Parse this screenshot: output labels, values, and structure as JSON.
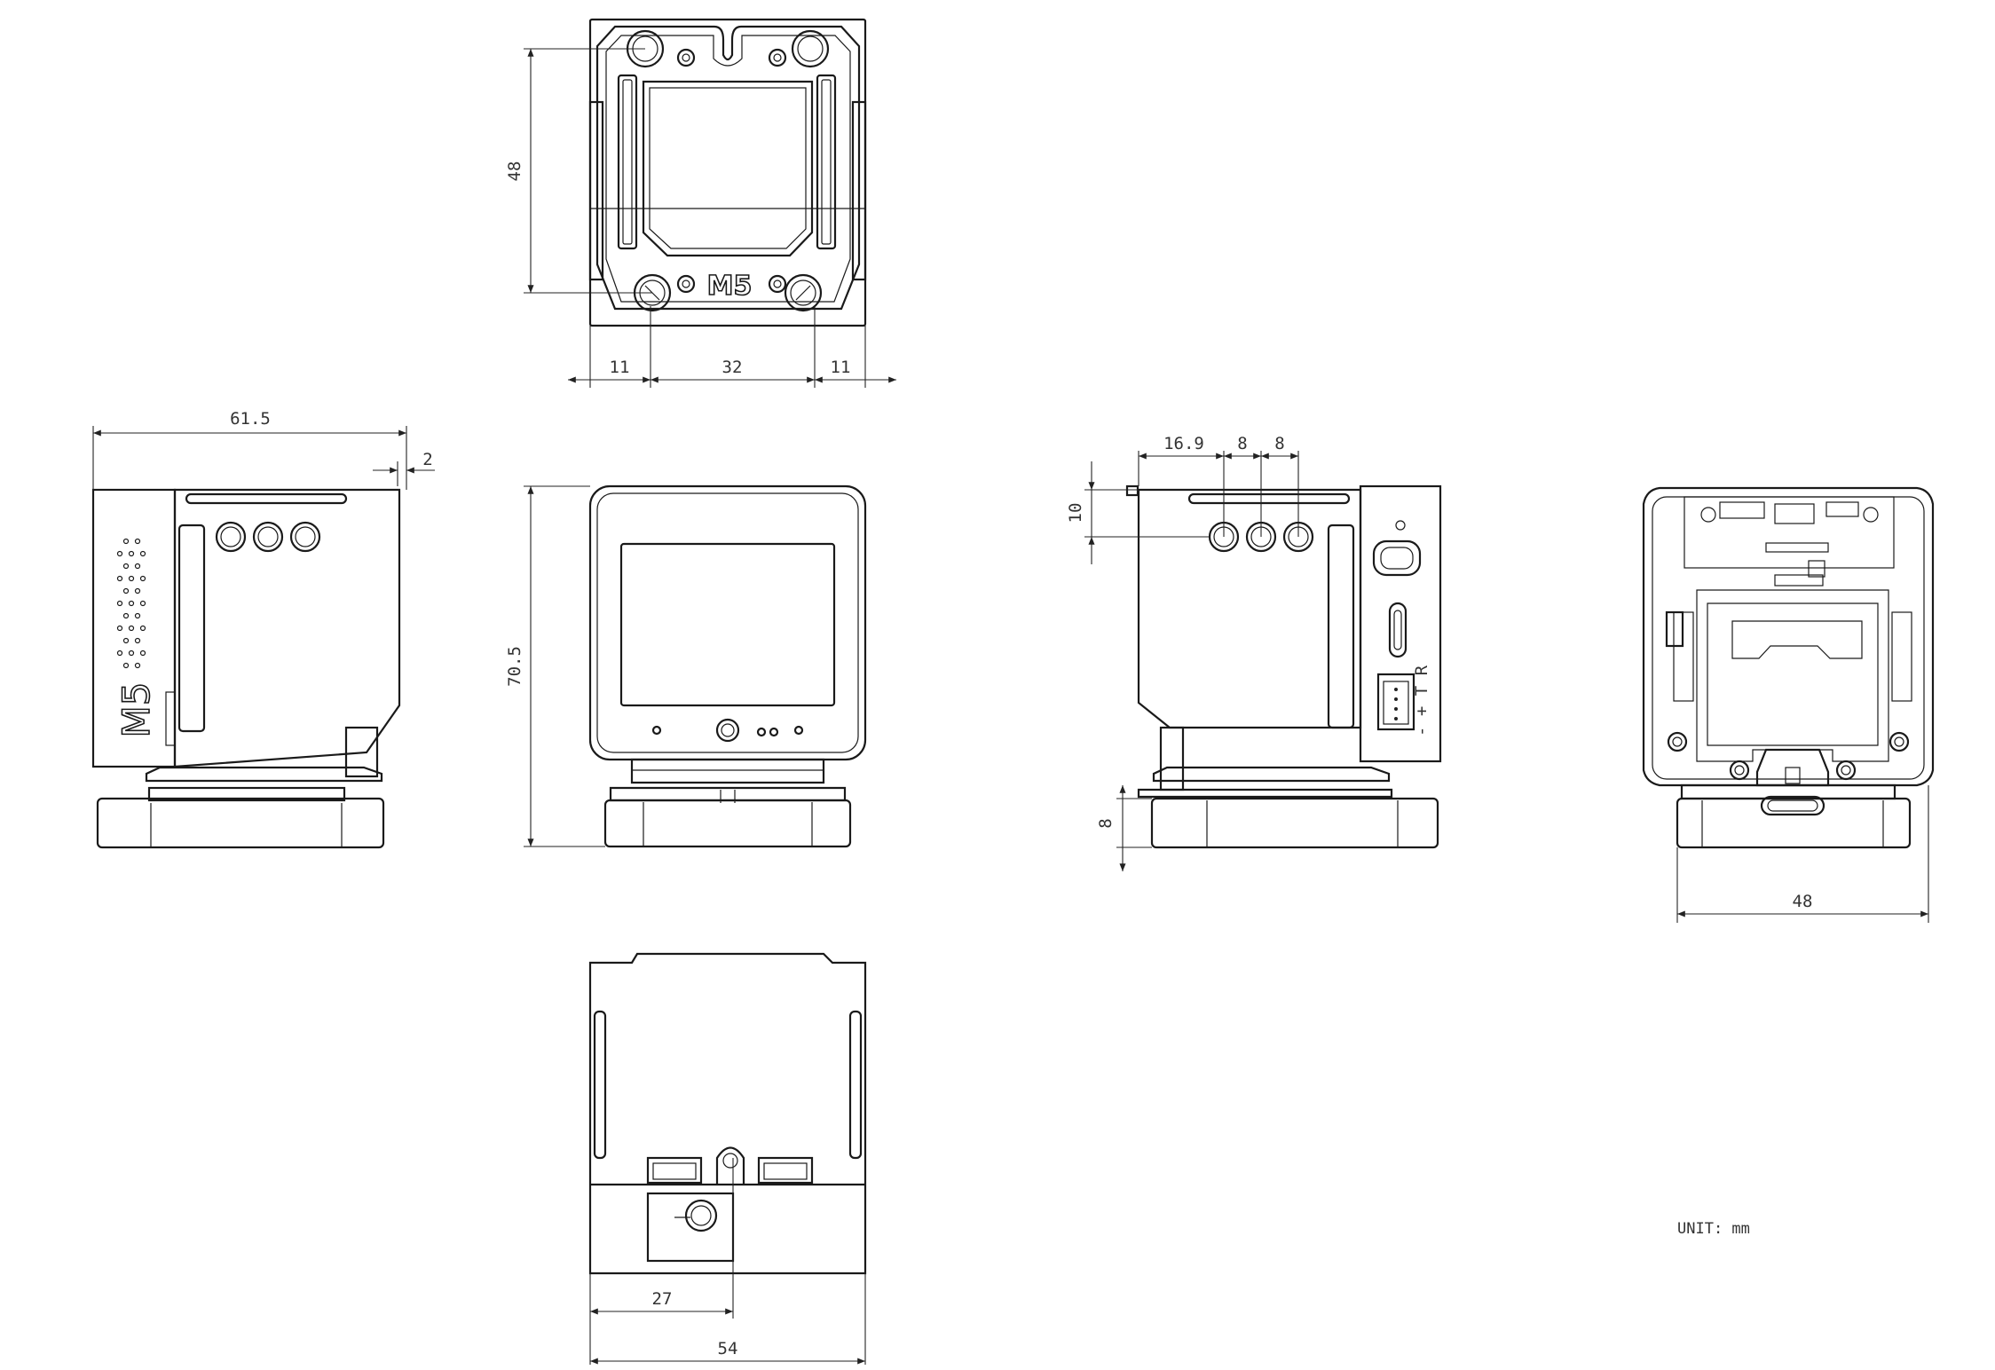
{
  "units_label": "UNIT: mm",
  "logo_text": "M5",
  "dims": {
    "top_height": "48",
    "top_left": "11",
    "top_middle": "32",
    "top_right": "11",
    "side_width": "61.5",
    "side_offset": "2",
    "front_height": "70.5",
    "right_x1": "16.9",
    "right_x2": "8",
    "right_x3": "8",
    "right_top_h": "10",
    "right_base_h": "8",
    "rear_width": "48",
    "bottom_offset": "27",
    "bottom_width": "54"
  },
  "port_label": "- + T R"
}
